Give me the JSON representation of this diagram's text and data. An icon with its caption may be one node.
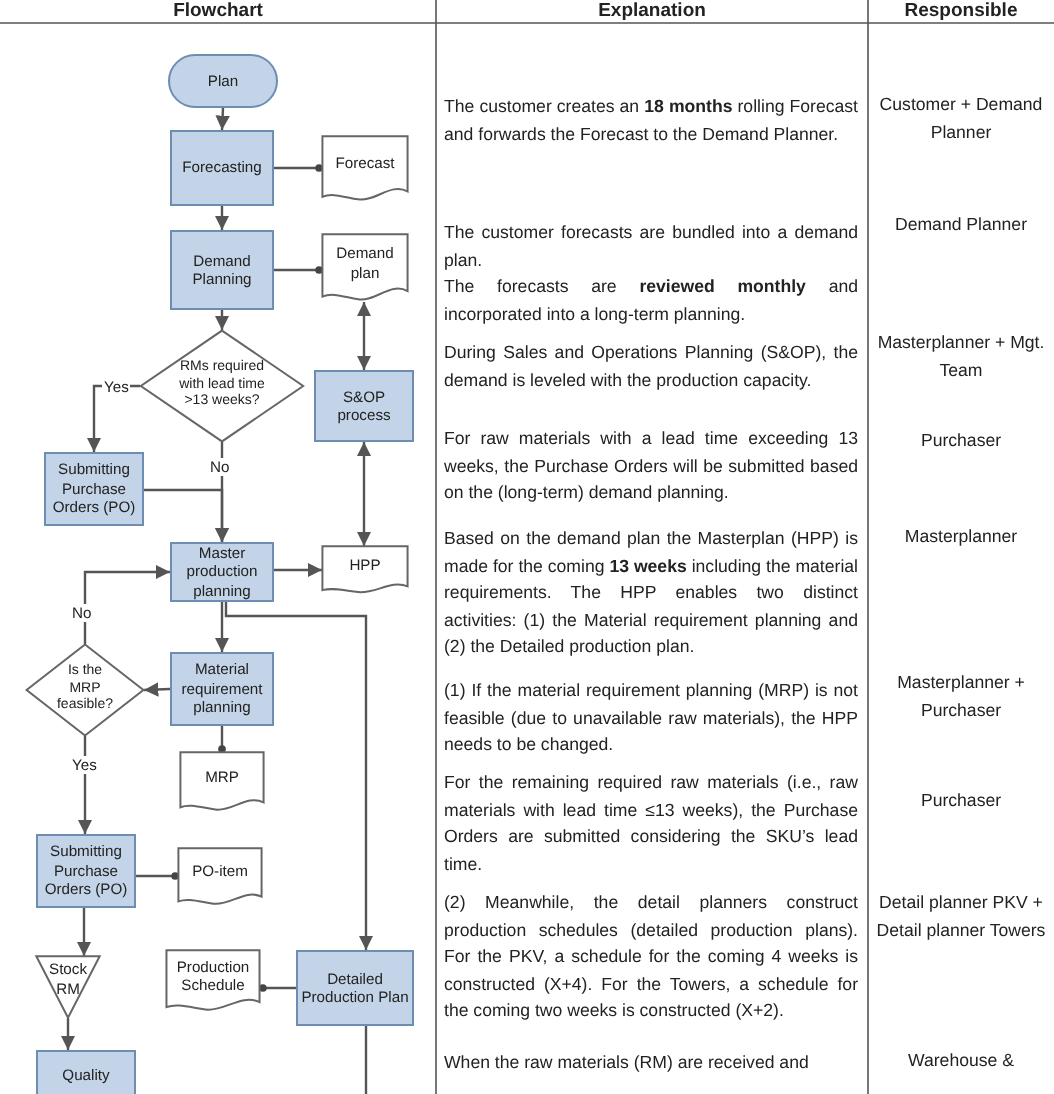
{
  "diagram": {
    "nodes": [
      {
        "text": [
          "Plan"
        ]
      },
      {
        "text": [
          "Forecasting"
        ]
      },
      {
        "text": [
          "Forecast"
        ]
      },
      {
        "text": [
          "Demand Planning"
        ]
      },
      {
        "text": [
          "Demand plan"
        ]
      },
      {
        "text": [
          "RMs required with lead time >13 weeks?"
        ]
      },
      {
        "text": [
          "S&OP process"
        ]
      },
      {
        "text": [
          "Submitting Purchase Orders (PO)"
        ]
      },
      {
        "text": [
          "Master production planning"
        ]
      },
      {
        "text": [
          "HPP"
        ]
      },
      {
        "text": [
          "Is the MRP feasible?"
        ]
      },
      {
        "text": [
          "Material requirement planning"
        ]
      },
      {
        "text": [
          "MRP"
        ]
      },
      {
        "text": [
          "Submitting Purchase Orders (PO)"
        ]
      },
      {
        "text": [
          "PO-item"
        ]
      },
      {
        "text": [
          "Stock RM"
        ]
      },
      {
        "text": [
          "Production Schedule"
        ]
      },
      {
        "text": [
          "Detailed Production Plan"
        ]
      },
      {
        "text": [
          "Quality"
        ]
      }
    ],
    "edges": [
      {
        "from": 0,
        "to": 1,
        "arrow": "to"
      },
      {
        "from": 1,
        "to": 2,
        "arrow": "other"
      },
      {
        "from": 1,
        "to": 3,
        "arrow": "to"
      },
      {
        "from": 3,
        "to": 4,
        "arrow": "other"
      },
      {
        "from": 3,
        "to": 5,
        "arrow": "to"
      },
      {
        "from": 5,
        "to": 7,
        "arrow": "to",
        "label": "Yes"
      },
      {
        "from": 5,
        "to": 8,
        "arrow": "to",
        "label": "No"
      },
      {
        "from": 7,
        "to": 8,
        "arrow": "to"
      },
      {
        "from": 6,
        "to": 4,
        "arrow": "both"
      },
      {
        "from": 6,
        "to": 9,
        "arrow": "both"
      },
      {
        "from": 8,
        "to": 9,
        "arrow": "to"
      },
      {
        "from": 8,
        "to": 11,
        "arrow": "to"
      },
      {
        "from": 8,
        "to": 17,
        "arrow": "to"
      },
      {
        "from": 11,
        "to": 10,
        "arrow": "to"
      },
      {
        "from": 10,
        "to": 8,
        "arrow": "to",
        "label": "No"
      },
      {
        "from": 10,
        "to": 13,
        "arrow": "to",
        "label": "Yes"
      },
      {
        "from": 11,
        "to": 12,
        "arrow": "other"
      },
      {
        "from": 13,
        "to": 14,
        "arrow": "other"
      },
      {
        "from": 13,
        "to": 15,
        "arrow": "to"
      },
      {
        "from": 15,
        "to": 18,
        "arrow": "to"
      },
      {
        "from": 17,
        "to": 16,
        "arrow": "other"
      },
      {
        "from": 17,
        "to": null,
        "arrow": "none"
      }
    ],
    "labels": [
      "Flowchart",
      "Explanation",
      "Responsible",
      "The customer creates an **18 months** rolling Forecast and forwards the Forecast to the Demand Planner.",
      "Customer + Demand Planner",
      "The customer forecasts are bundled into a demand plan.",
      "The forecasts are **reviewed monthly** and incorporated into a long-term planning.",
      "Demand Planner",
      "During Sales and Operations Planning (S&OP), the demand is leveled with the production capacity.",
      "Masterplanner + Mgt. Team",
      "For raw materials with a lead time exceeding 13 weeks, the Purchase Orders will be submitted based on the (long-term) demand planning.",
      "Purchaser",
      "Based on the demand plan the Masterplan (HPP) is made for the coming **13 weeks** including the material requirements. The HPP enables two distinct activities: (1) the Material requirement planning and (2) the Detailed production plan.",
      "Masterplanner",
      "(1) If the material requirement planning (MRP) is not feasible (due to unavailable raw materials), the HPP needs to be changed.",
      "Masterplanner + Purchaser",
      "For the remaining required raw materials (i.e., raw materials with lead time ≤13 weeks), the Purchase Orders are submitted considering the SKU’s lead time.",
      "Purchaser",
      "(2) Meanwhile, the detail planners construct production schedules (detailed production plans). For the PKV, a schedule for the coming 4 weeks is constructed (X+4). For the Towers, a schedule for the coming two weeks is constructed (X+2).",
      "Detail planner PKV + Detail planner Towers",
      "When the raw materials (RM) are received and",
      "Warehouse &"
    ]
  }
}
